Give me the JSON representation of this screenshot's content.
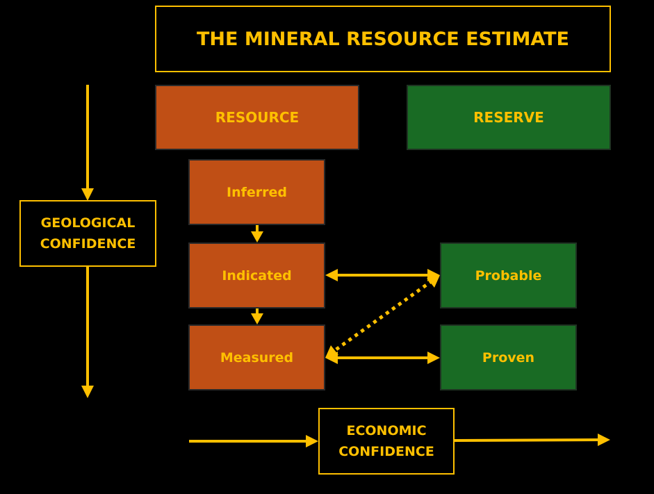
{
  "title": "THE MINERAL RESOURCE ESTIMATE",
  "resource": {
    "label": "RESOURCE"
  },
  "reserve": {
    "label": "RESERVE"
  },
  "resource_categories": [
    "Inferred",
    "Indicated",
    "Measured"
  ],
  "reserve_categories": [
    "Probable",
    "Proven"
  ],
  "geological_confidence": {
    "line1": "GEOLOGICAL",
    "line2": "CONFIDENCE"
  },
  "economic_confidence": {
    "line1": "ECONOMIC",
    "line2": "CONFIDENCE"
  },
  "colors": {
    "accent": "#FFC000",
    "resource": "#C04F15",
    "reserve": "#196B24",
    "background": "#000000"
  }
}
